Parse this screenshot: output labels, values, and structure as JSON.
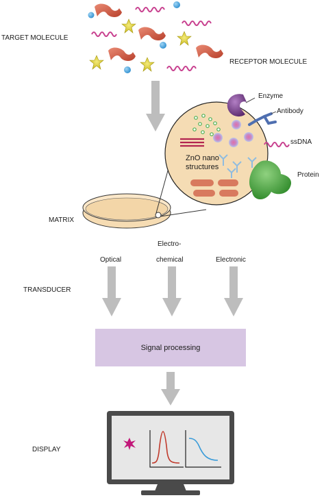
{
  "labels": {
    "target_molecule": "TARGET MOLECULE",
    "receptor_molecule": "RECEPTOR MOLECULE",
    "matrix": "MATRIX",
    "transducer": "TRANSDUCER",
    "display": "DISPLAY"
  },
  "receptors": {
    "enzyme": "Enzyme",
    "antibody": "Antibody",
    "ssdna": "ssDNA",
    "protein": "Protein"
  },
  "zno": {
    "line1": "ZnO nano",
    "line2": "structures"
  },
  "transducers": {
    "optical": "Optical",
    "electrochemical_1": "Electro-",
    "electrochemical_2": "chemical",
    "electronic": "Electronic"
  },
  "processing": {
    "label": "Signal processing"
  },
  "colors": {
    "arrow": "#bdbdbd",
    "matrix_fill": "#f6dcb3",
    "circle_fill": "#f5dcb4",
    "processing_fill": "#d7c6e3",
    "monitor": "#4a4a4a",
    "screen": "#e7e7e7",
    "enzyme": "#7a3f8e",
    "antibody": "#4f6fb0",
    "dna": "#c8408f",
    "protein": "#4ea843",
    "curve_red": "#c0392b",
    "curve_blue": "#3a9bd9",
    "star": "#e7d327",
    "blob": "#d9604a",
    "dot": "#3ea0db"
  }
}
